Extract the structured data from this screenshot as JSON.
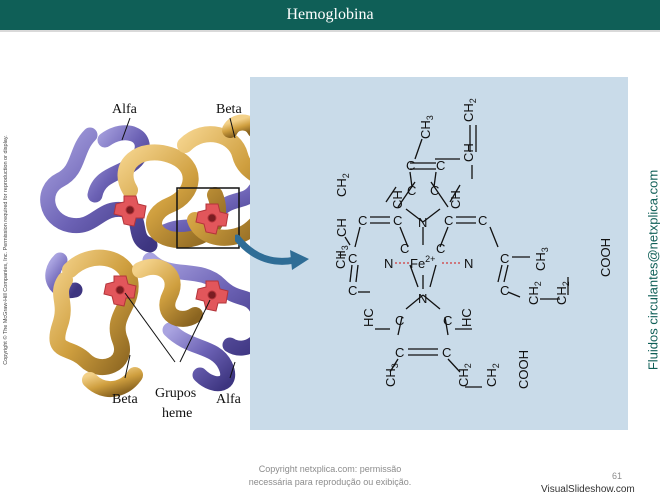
{
  "header": {
    "title": "Hemoglobina"
  },
  "side_copyright": "Copyright © The McGraw-Hill Companies, Inc. Permission required for reproduction or display.",
  "side_credit": "Fluidos circulantes@netxplica.com",
  "molecule_labels": {
    "alfa_top": "Alfa",
    "beta_top": "Beta",
    "beta_bottom": "Beta",
    "grupos": "Grupos",
    "heme": "heme",
    "alfa_bottom": "Alfa"
  },
  "heme_structure": {
    "fe": "Fe",
    "fe_charge": "2+",
    "atoms": {
      "n": "N",
      "ch": "CH",
      "hc": "HC",
      "c": "C",
      "ch3": "CH",
      "ch2": "CH",
      "cooh": "COOH",
      "sub3": "3",
      "sub2": "2"
    }
  },
  "footer": {
    "line1": "Copyright netxplica.com: permissão",
    "line2": "necessária para reprodução ou exibição."
  },
  "page_number": "61",
  "watermark": "VisualSlideshow.com",
  "colors": {
    "header": "#0f5f57",
    "panel": "#c9dbe9",
    "alpha_chain": "#6c62b5",
    "beta_chain": "#c99a3c",
    "heme": "#e2565b",
    "arrow": "#2f6d96"
  }
}
